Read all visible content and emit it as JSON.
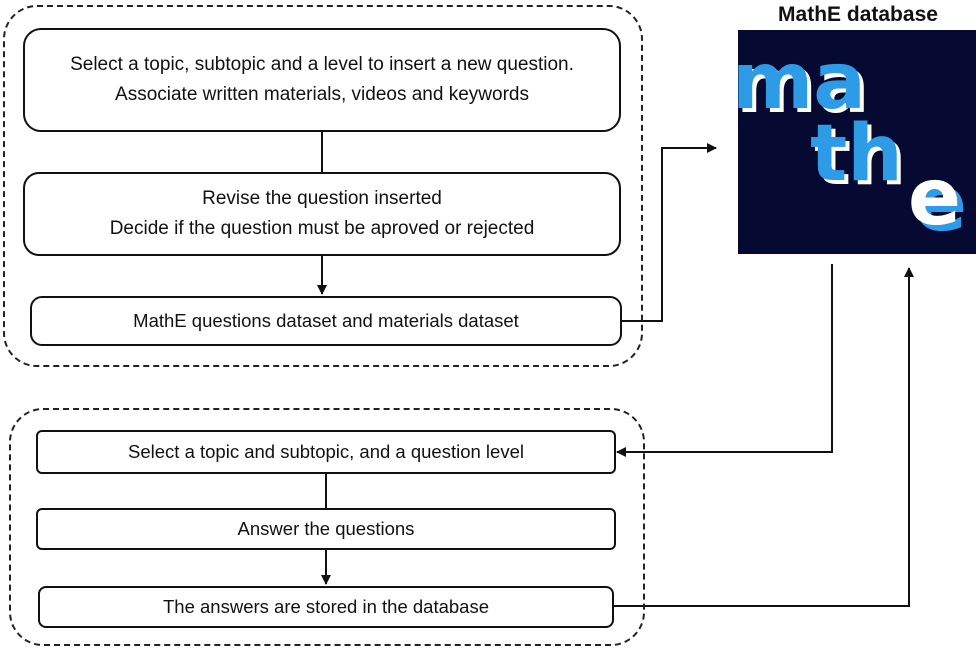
{
  "database": {
    "title": "MathE database",
    "logo_text": "mathe",
    "colors": {
      "logo_bg": "#060a33",
      "logo_blue": "#2e9be6",
      "logo_light": "#ffffff"
    }
  },
  "top_group": {
    "step1": {
      "line1": "Select a topic, subtopic and a level to insert a new question.",
      "line2": "Associate written materials, videos and keywords"
    },
    "step2": {
      "line1": "Revise the question inserted",
      "line2": "Decide if the question must be aproved or rejected"
    },
    "step3": {
      "line1": "MathE questions dataset and materials dataset"
    }
  },
  "bottom_group": {
    "step1": {
      "line1": "Select a topic and subtopic, and a question level"
    },
    "step2": {
      "line1": "Answer the questions"
    },
    "step3": {
      "line1": "The answers are stored in the database"
    }
  }
}
